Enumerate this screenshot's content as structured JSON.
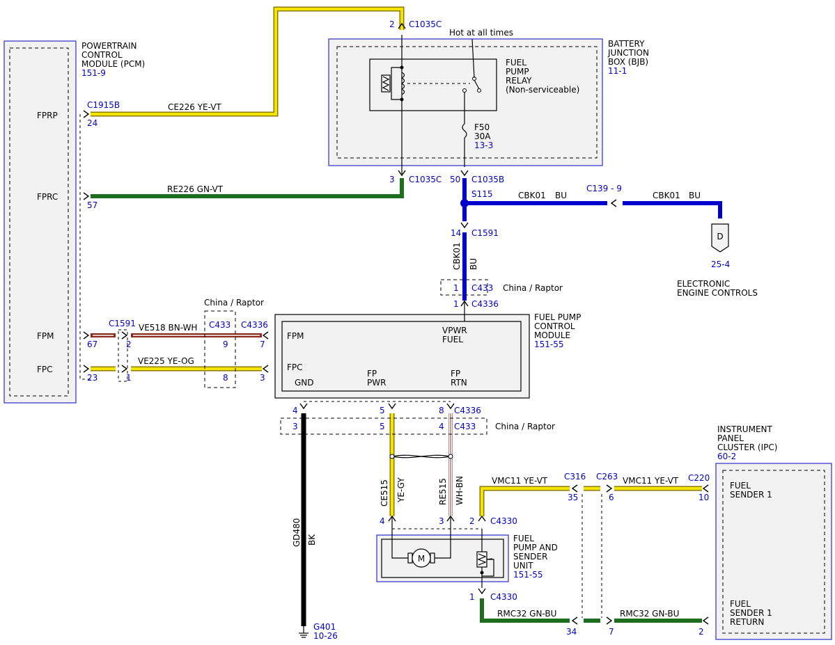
{
  "modules": {
    "pcm": {
      "name": [
        "POWERTRAIN",
        "CONTROL",
        "MODULE (PCM)"
      ],
      "ref": "151-9",
      "pins": {
        "fprp": "FPRP",
        "fprc": "FPRC",
        "fpm": "FPM",
        "fpc": "FPC"
      }
    },
    "bjb": {
      "name": [
        "BATTERY",
        "JUNCTION",
        "BOX (BJB)"
      ],
      "ref": "11-1",
      "hot": "Hot at all times",
      "relay": [
        "FUEL",
        "PUMP",
        "RELAY",
        "(Non-serviceable)"
      ],
      "fuse": {
        "id": "F50",
        "rating": "30A",
        "ref": "13-3"
      }
    },
    "fpcm": {
      "name": [
        "FUEL PUMP",
        "CONTROL",
        "MODULE"
      ],
      "ref": "151-55",
      "pins": {
        "fpm": "FPM",
        "fpc": "FPC",
        "vpwr": "VPWR",
        "fuel": "FUEL",
        "gnd": "GND",
        "fp1": "FP",
        "pwr": "PWR",
        "fp2": "FP",
        "rtn": "RTN"
      }
    },
    "ipc": {
      "name": [
        "INSTRUMENT",
        "PANEL",
        "CLUSTER (IPC)"
      ],
      "ref": "60-2",
      "pins": {
        "s1a": "FUEL",
        "s1b": "SENDER 1",
        "r1a": "FUEL",
        "r1b": "SENDER 1",
        "r1c": "RETURN"
      }
    },
    "fpsu": {
      "name": [
        "FUEL",
        "PUMP AND",
        "SENDER",
        "UNIT"
      ],
      "ref": "151-55",
      "motor": "M"
    },
    "eec": {
      "name": [
        "ELECTRONIC",
        "ENGINE CONTROLS"
      ],
      "ref": "25-4",
      "symbol": "D"
    }
  },
  "variant": "China / Raptor",
  "wires": {
    "ce226": "CE226  YE-VT",
    "re226": "RE226  GN-VT",
    "cbk01": "CBK01",
    "bu": "BU",
    "ve518": "VE518  BN-WH",
    "ve225": "VE225  YE-OG",
    "ce515": "CE515",
    "yegy": "YE-GY",
    "re515": "RE515",
    "whbn": "WH-BN",
    "gd480": "GD480",
    "bk": "BK",
    "vmc11": "VMC11   YE-VT",
    "rmc32": "RMC32   GN-BU"
  },
  "connectors": {
    "c1035c": "C1035C",
    "c1035b": "C1035B",
    "c1915b": "C1915B",
    "s115": "S115",
    "c139": "C139 -  9",
    "c1591": "C1591",
    "c433": "C433",
    "c4336": "C4336",
    "c316": "C316",
    "c263": "C263",
    "c220": "C220",
    "c4330": "C4330",
    "g401": "G401",
    "g401_ref": "10-26"
  },
  "pins": {
    "p2": "2",
    "p3": "3",
    "p50": "50",
    "p24": "24",
    "p57": "57",
    "p14": "14",
    "p1": "1",
    "p67": "67",
    "p23": "23",
    "p9": "9",
    "p8": "8",
    "p7": "7",
    "p4": "4",
    "p5": "5",
    "p35": "35",
    "p6": "6",
    "p10": "10",
    "p34": "34"
  },
  "colors": {
    "yellow": "#f5e400",
    "yellow_edge": "#8a7a00",
    "green": "#1f6e1f",
    "blue": "#0000cc",
    "brown": "#8b2a1a",
    "white_edge": "#999999",
    "black": "#000000",
    "label_blue": "#0000cc"
  }
}
